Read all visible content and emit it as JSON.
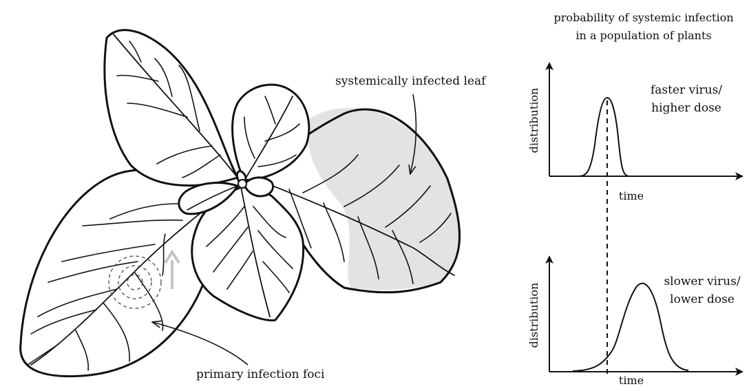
{
  "labels": {
    "systemic_leaf": "systemically infected leaf",
    "primary_foci": "primary infection foci"
  },
  "panel": {
    "title_line1": "probability of systemic infection",
    "title_line2": "in a population of plants",
    "top": {
      "ylabel": "distribution",
      "xlabel": "time",
      "caption_line1": "faster virus/",
      "caption_line2": "higher dose"
    },
    "bottom": {
      "ylabel": "distribution",
      "xlabel": "time",
      "caption_line1": "slower virus/",
      "caption_line2": "lower dose"
    }
  },
  "colors": {
    "infected_fill": "#e3e3e5",
    "upward_arrow": "#c4c4c4",
    "foci_rings": "#555555"
  },
  "icons": {
    "upward_spread": "up-arrow-icon"
  }
}
